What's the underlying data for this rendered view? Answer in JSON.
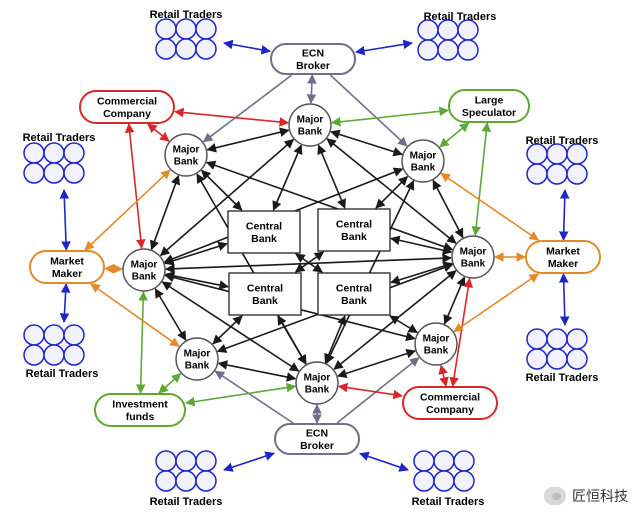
{
  "colors": {
    "black": "#1a1a1a",
    "blue": "#1f26c6",
    "red": "#d9262b",
    "green": "#5ea836",
    "orange": "#e38a26",
    "gray": "#6f6f8a",
    "node_fill": "#ffffff",
    "bubble_fill": "#f2f2ff"
  },
  "labels": {
    "ecn_broker_top": [
      "ECN",
      "Broker"
    ],
    "ecn_broker_bottom": [
      "ECN",
      "Broker"
    ],
    "central_bank": [
      "Central",
      "Bank"
    ],
    "major_bank": [
      "Major",
      "Bank"
    ],
    "commercial_company": [
      "Commercial",
      "Company"
    ],
    "large_speculator": [
      "Large",
      "Speculator"
    ],
    "market_maker": [
      "Market",
      "Maker"
    ],
    "investment_funds": [
      "Investment",
      "funds"
    ],
    "retail_traders": "Retail Traders"
  },
  "watermark": "匠恒科技"
}
